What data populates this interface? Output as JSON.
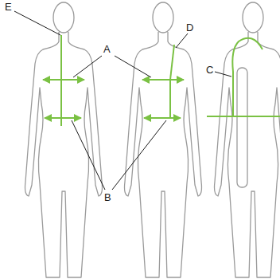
{
  "diagram": {
    "labels": [
      "E",
      "A",
      "D",
      "C",
      "B"
    ]
  }
}
